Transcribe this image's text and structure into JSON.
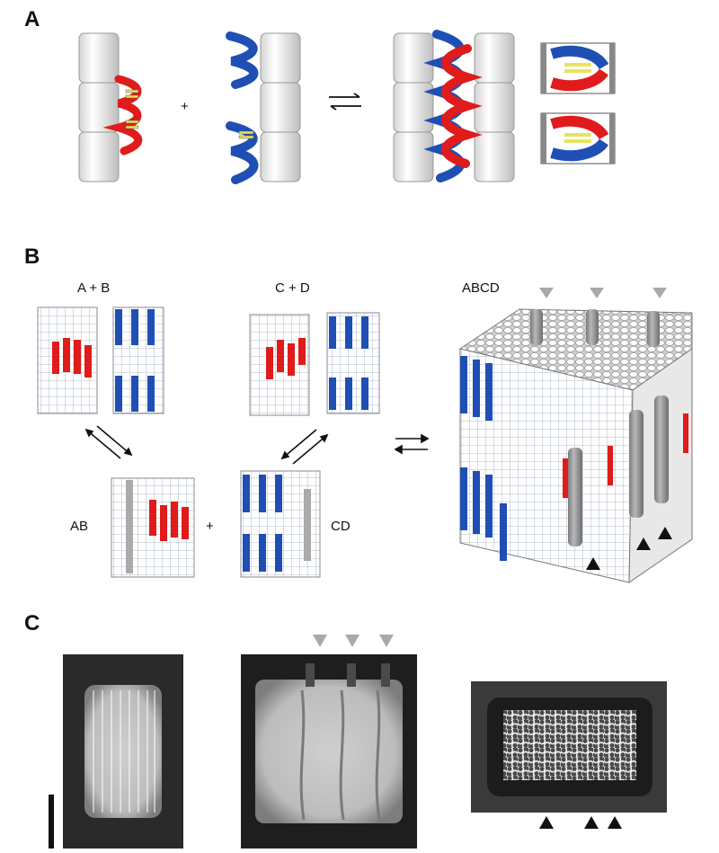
{
  "panels": {
    "a": {
      "letter": "A",
      "plus": "+"
    },
    "b": {
      "letter": "B",
      "label_ab_pair": "A + B",
      "label_cd_pair": "C + D",
      "label_abcd": "ABCD",
      "label_ab": "AB",
      "label_cd": "CD",
      "plus": "+"
    },
    "c": {
      "letter": "C"
    }
  },
  "colors": {
    "red_strand": "#e01b1b",
    "blue_strand": "#1f4fb4",
    "white_helix": "#f2f2f2",
    "gray_helix": "#9a9a9a",
    "gray_marker": "#a9a9a9",
    "black_marker": "#111111"
  }
}
